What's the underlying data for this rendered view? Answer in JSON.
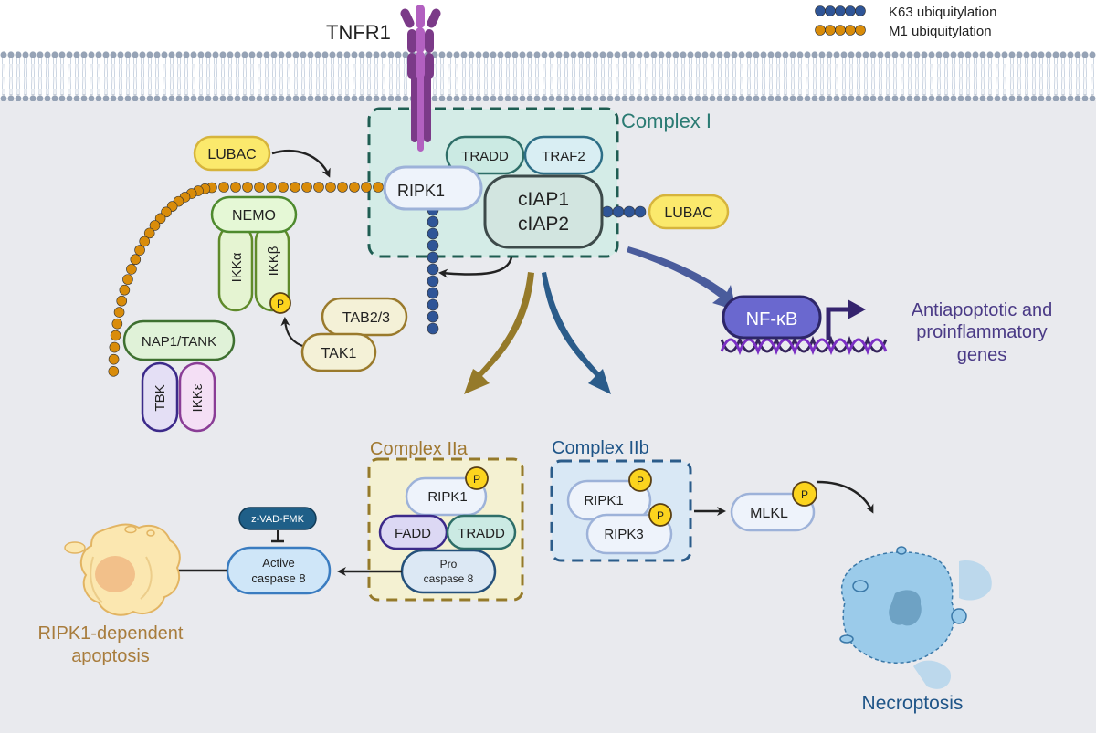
{
  "legend": {
    "k63": {
      "label": "K63 ubiquitylation",
      "color": "#2f5597"
    },
    "m1": {
      "label": "M1 ubiquitylation",
      "color": "#d98c0a"
    }
  },
  "receptor": {
    "label": "TNFR1",
    "color": "#8a3d96"
  },
  "complex1": {
    "title": "Complex I",
    "proteins": {
      "tradd": "TRADD",
      "traf2": "TRAF2",
      "ripk1": "RIPK1",
      "ciap1": "cIAP1",
      "ciap2": "cIAP2",
      "lubac_right": "LUBAC"
    }
  },
  "left_cluster": {
    "lubac": "LUBAC",
    "nemo": "NEMO",
    "ikka": "IKKα",
    "ikkb": "IKKβ",
    "p": "P",
    "tab23": "TAB2/3",
    "tak1": "TAK1",
    "nap1": "NAP1/TANK",
    "tbk": "TBK",
    "ikke": "IKKε"
  },
  "nfkb": {
    "label": "NF-κB",
    "outcome": [
      "Antiapoptotic and",
      "proinflammatory",
      "genes"
    ]
  },
  "complex2a": {
    "title": "Complex IIa",
    "proteins": {
      "ripk1": "RIPK1",
      "fadd": "FADD",
      "tradd": "TRADD",
      "procasp_line1": "Pro",
      "procasp_line2": "caspase 8"
    },
    "p": "P"
  },
  "complex2b": {
    "title": "Complex IIb",
    "proteins": {
      "ripk1": "RIPK1",
      "ripk3": "RIPK3"
    },
    "p": "P"
  },
  "mlkl": {
    "label": "MLKL",
    "p": "P"
  },
  "caspase": {
    "inhibitor": "z-VAD-FMK",
    "line1": "Active",
    "line2": "caspase 8"
  },
  "outcomes": {
    "apoptosis": [
      "RIPK1-dependent",
      "apoptosis"
    ],
    "necroptosis": "Necroptosis"
  }
}
